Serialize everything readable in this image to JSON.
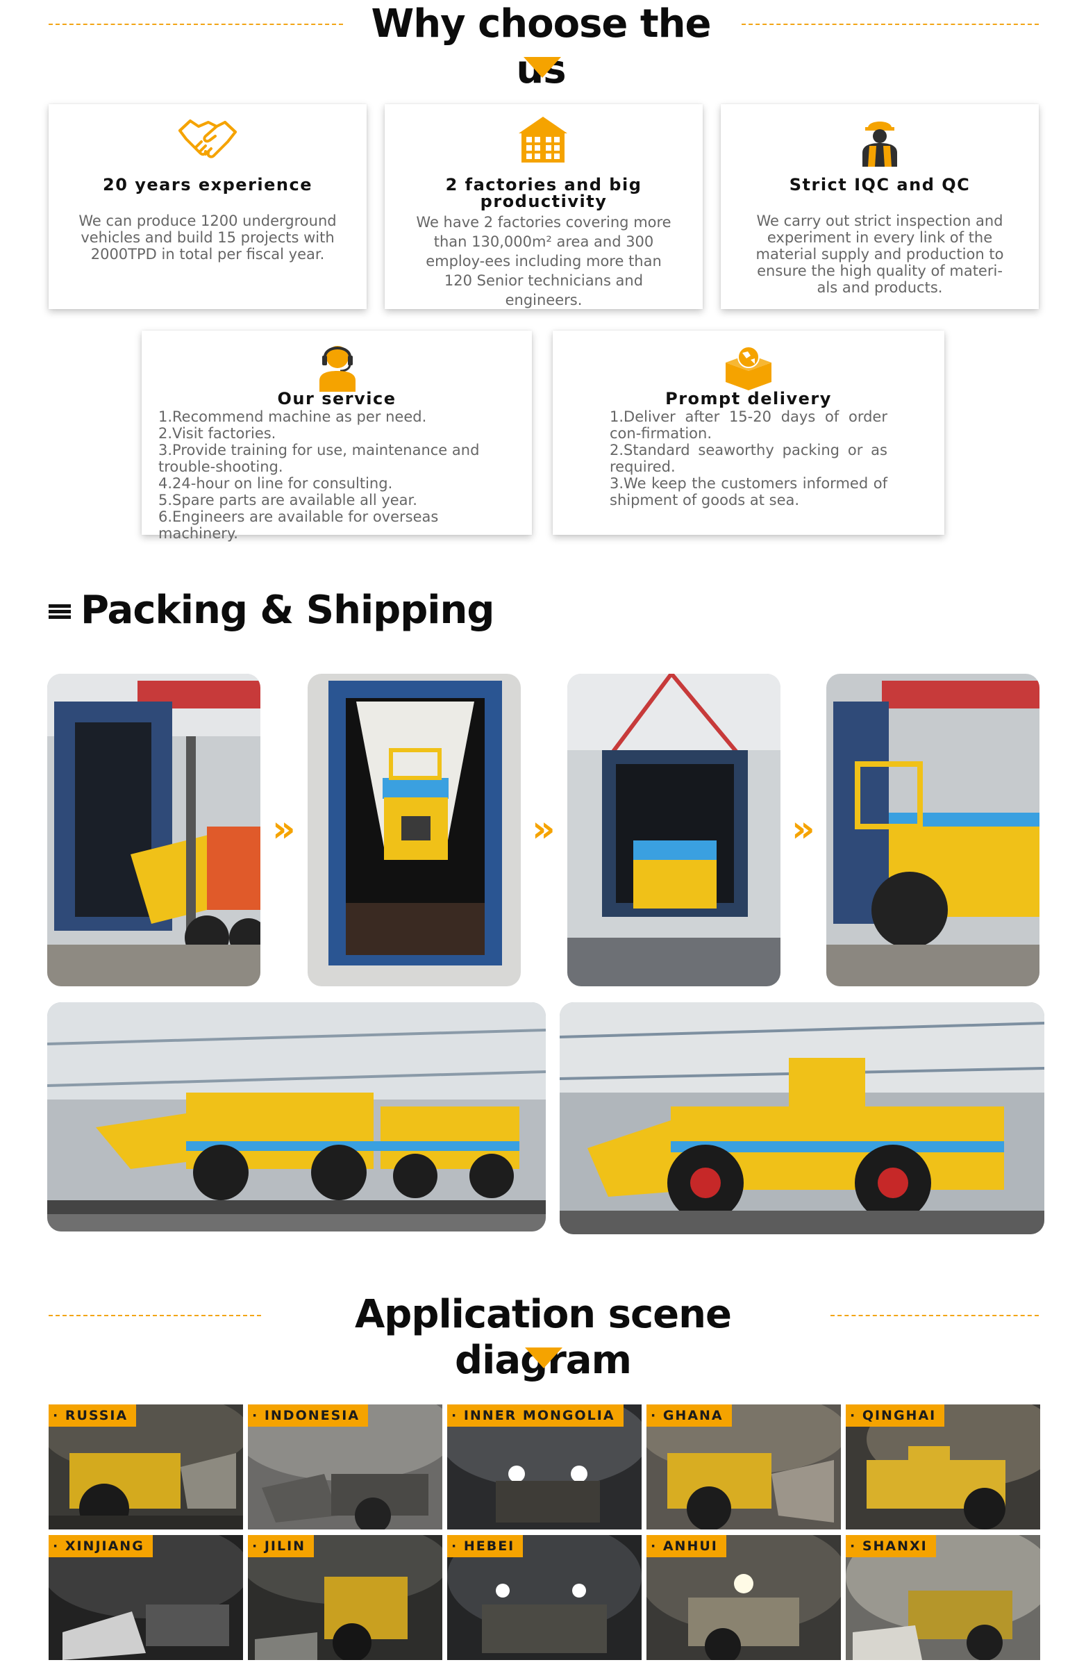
{
  "why": {
    "title": "Why choose the us",
    "cards": [
      {
        "icon": "handshake-icon",
        "title": "20 years experience",
        "text": "We can produce 1200 underground vehicles and build 15 projects with 2000TPD in total per fiscal year."
      },
      {
        "icon": "factory-icon",
        "title_line1": "2 factories and big",
        "title_line2": "productivity",
        "text": "We have 2 factories covering more than 130,000m² area and 300 employ-ees including more than 120 Senior technicians and engineers."
      },
      {
        "icon": "inspector-icon",
        "title": "Strict IQC and QC",
        "text": "We carry out strict inspection and experiment in every link of the material supply and production to ensure the high quality of materi-als and products."
      },
      {
        "icon": "customer-service-icon",
        "title": "Our service",
        "lines": [
          "1.Recommend machine as per need.",
          "2.Visit factories.",
          "3.Provide training for use, maintenance and trouble-shooting.",
          "4.24-hour on line for consulting.",
          "5.Spare parts are available all year.",
          "6.Engineers are available for overseas machinery."
        ]
      },
      {
        "icon": "delivery-box-icon",
        "title": "Prompt delivery",
        "lines": [
          "1.Deliver after 15-20 days of order con-firmation.",
          "2.Standard seaworthy packing or as required.",
          "3.We keep the customers informed of shipment of goods at sea."
        ]
      }
    ]
  },
  "packing": {
    "title": "Packing & Shipping",
    "arrow": "»"
  },
  "application": {
    "title": "Application scene diagram",
    "scenes": [
      "· RUSSIA",
      "· INDONESIA",
      "· INNER MONGOLIA",
      "· GHANA",
      "· QINGHAI",
      "· XINJIANG",
      "· JILIN",
      "· HEBEI",
      "· ANHUI",
      "· SHANXI"
    ]
  },
  "colors": {
    "accent": "#f5a300",
    "title": "#0c0c0c",
    "text": "#666666",
    "dash": "#f2a516"
  }
}
